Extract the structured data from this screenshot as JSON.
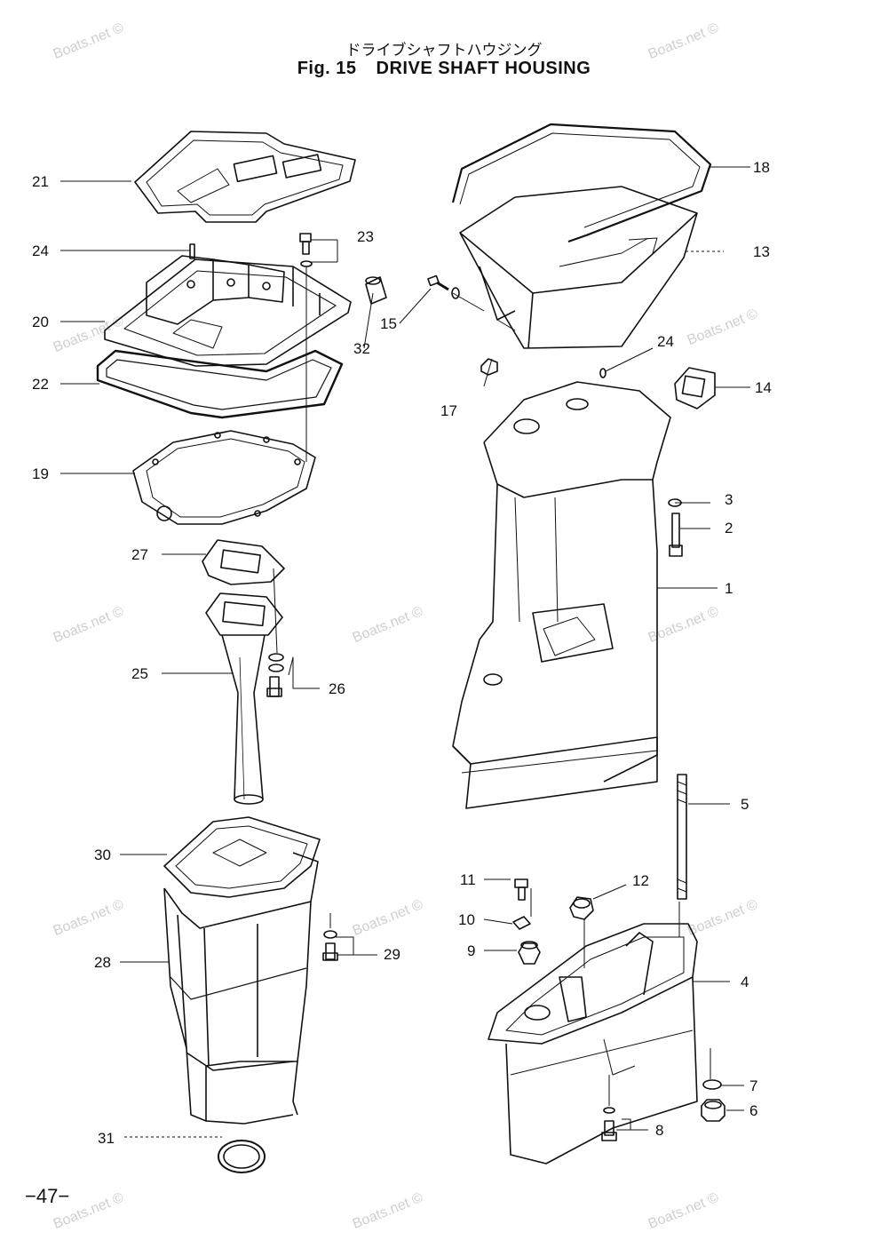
{
  "header": {
    "title_jp": "ドライブシャフトハウジング",
    "fig_label": "Fig. 15",
    "title": "DRIVE SHAFT HOUSING"
  },
  "page_number": "−47−",
  "watermark": "Boats.net ©",
  "callouts": {
    "c1": "1",
    "c2": "2",
    "c3": "3",
    "c4": "4",
    "c5": "5",
    "c6": "6",
    "c7": "7",
    "c8": "8",
    "c9": "9",
    "c10": "10",
    "c11": "11",
    "c12": "12",
    "c13": "13",
    "c14": "14",
    "c15": "15",
    "c17": "17",
    "c18": "18",
    "c19": "19",
    "c20": "20",
    "c21": "21",
    "c22": "22",
    "c23": "23",
    "c24a": "24",
    "c24b": "24",
    "c25": "25",
    "c26": "26",
    "c27": "27",
    "c28": "28",
    "c29": "29",
    "c30": "30",
    "c31": "31",
    "c32": "32"
  }
}
